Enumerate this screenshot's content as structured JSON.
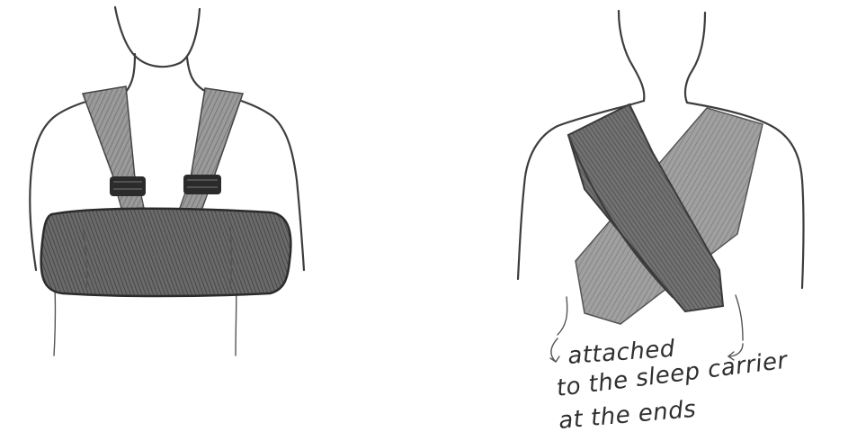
{
  "colors": {
    "paper": "#ffffff",
    "pencil": "#3d3d3d",
    "strap_shade": "#8d8d8d",
    "pouch_shade": "#5e5e5e",
    "band_shade": "#2b2b2b",
    "cross_dark": "#666666",
    "cross_light": "#8f8f8f"
  },
  "figures": [
    {
      "id": "left",
      "description_icon": "sling-front-view"
    },
    {
      "id": "right",
      "description_icon": "crossed-straps-front-view"
    }
  ],
  "annotation": {
    "lines": [
      "attached",
      "to the sleep carrier",
      "at the ends"
    ]
  }
}
